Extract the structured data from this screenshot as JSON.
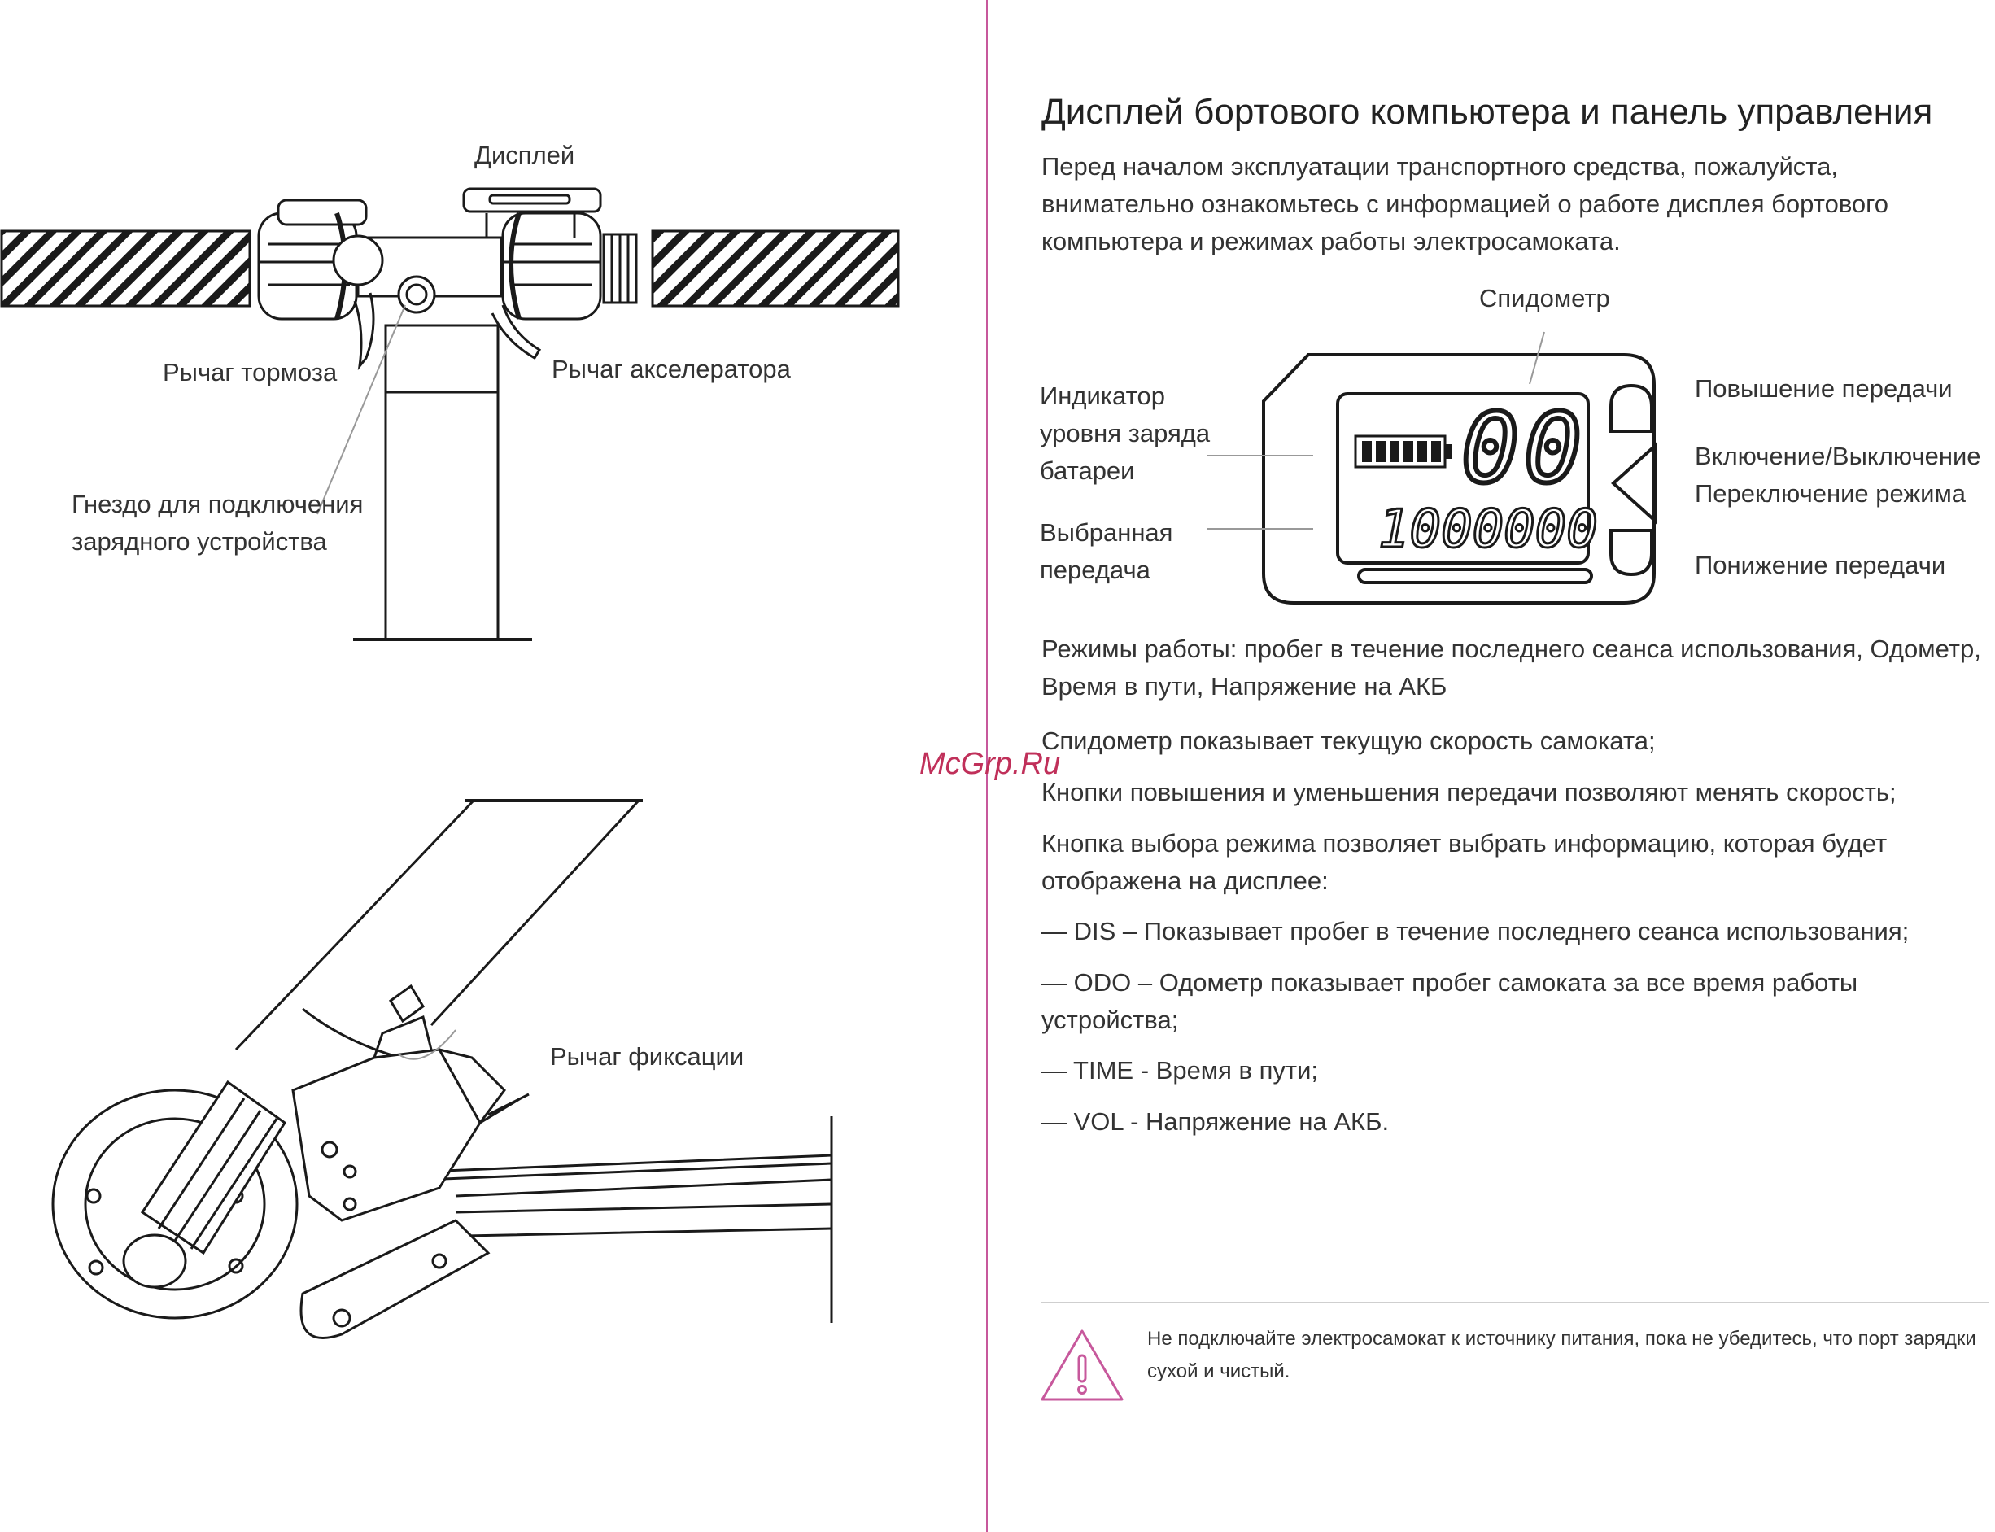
{
  "left": {
    "labels": {
      "display": "Дисплей",
      "brake_lever": "Рычаг тормоза",
      "throttle_lever": "Рычаг акселератора",
      "charge_port_l1": "Гнездо для подключения",
      "charge_port_l2": "зарядного устройства",
      "lock_lever": "Рычаг фиксации"
    }
  },
  "watermark": "McGrp.Ru",
  "right": {
    "title": "Дисплей бортового компьютера и панель управления",
    "intro": "Перед началом эксплуатации транспортного средства, пожалуйста, внимательно ознакомьтесь с информацией о работе дисплея бортового компьютера и режимах работы электросамоката.",
    "display_diagram": {
      "speedometer": "Спидометр",
      "battery_l1": "Индикатор",
      "battery_l2": "уровня заряда",
      "battery_l3": "батареи",
      "gear_l1": "Выбранная",
      "gear_l2": "передача",
      "gear_up": "Повышение передачи",
      "power_l1": "Включение/Выключение",
      "power_l2": "Переключение режима",
      "gear_down": "Понижение передачи",
      "speed_readout": "00",
      "odo_readout": "1000000"
    },
    "paragraphs": [
      "Режимы работы: пробег в течение последнего сеанса использования, Одометр, Время в пути, Напряжение на АКБ",
      "Спидометр показывает текущую скорость самоката;",
      "Кнопки повышения и уменьшения передачи позволяют менять скорость;",
      "Кнопка выбора режима позволяет выбрать информацию, которая будет отображена на дисплее:",
      "— DIS – Показывает пробег в течение последнего сеанса использования;",
      "— ODO – Одометр показывает пробег самоката за все время работы устройства;",
      "— TIME - Время в пути;",
      "— VOL - Напряжение на АКБ."
    ],
    "warning": "Не подключайте электросамокат к источнику питания, пока не убедитесь, что порт зарядки сухой и чистый."
  },
  "colors": {
    "divider": "#c7589c",
    "warning_icon": "#c7589c",
    "watermark": "#c0305a"
  },
  "icons": [
    "warning-triangle-icon"
  ]
}
